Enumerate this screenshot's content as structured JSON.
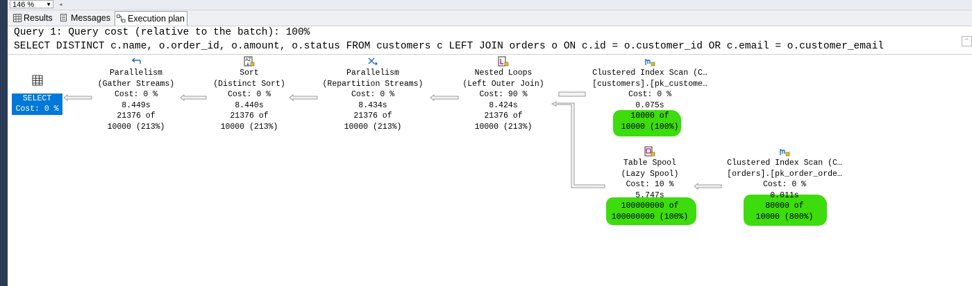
{
  "toolbar": {
    "zoom": "146 %"
  },
  "tabs": [
    {
      "label": "Results",
      "icon": "grid-icon",
      "active": false
    },
    {
      "label": "Messages",
      "icon": "messages-icon",
      "active": false
    },
    {
      "label": "Execution plan",
      "icon": "execution-plan-icon",
      "active": true
    }
  ],
  "query": {
    "header": "Query 1: Query cost (relative to the batch): 100%",
    "sql": "SELECT DISTINCT c.name, o.order_id, o.amount, o.status FROM customers c LEFT JOIN orders o ON c.id = o.customer_id OR c.email = o.customer_email"
  },
  "plan": {
    "select": {
      "label": "SELECT",
      "cost": "Cost: 0 %"
    },
    "gather": {
      "name": "Parallelism",
      "sub": "(Gather Streams)",
      "cost": "Cost: 0 %",
      "time": "8.449s",
      "rows": "21376 of",
      "est": "10000 (213%)"
    },
    "sort": {
      "name": "Sort",
      "sub": "(Distinct Sort)",
      "cost": "Cost: 0 %",
      "time": "8.440s",
      "rows": "21376 of",
      "est": "10000 (213%)"
    },
    "repartition": {
      "name": "Parallelism",
      "sub": "(Repartition Streams)",
      "cost": "Cost: 0 %",
      "time": "8.434s",
      "rows": "21376 of",
      "est": "10000 (213%)"
    },
    "loops": {
      "name": "Nested Loops",
      "sub": "(Left Outer Join)",
      "cost": "Cost: 90 %",
      "time": "8.424s",
      "rows": "21376 of",
      "est": "10000 (213%)"
    },
    "scan_customers": {
      "name": "Clustered Index Scan (C…",
      "sub": "[customers].[pk_custome…",
      "cost": "Cost: 0 %",
      "time": "0.075s",
      "rows": "10000 of",
      "est": "10000 (100%)"
    },
    "spool": {
      "name": "Table Spool",
      "sub": "(Lazy Spool)",
      "cost": "Cost: 10 %",
      "time": "5.747s",
      "rows": "100000000 of",
      "est": "100000000 (100%)"
    },
    "scan_orders": {
      "name": "Clustered Index Scan (C…",
      "sub": "[orders].[pk_order_orde…",
      "cost": "Cost: 0 %",
      "time": "0.011s",
      "rows": "80000 of",
      "est": "10000 (800%)"
    }
  },
  "colors": {
    "highlight": "#3ddc0c",
    "select_bg": "#0078d7",
    "icon_blue": "#1f6fb8"
  }
}
